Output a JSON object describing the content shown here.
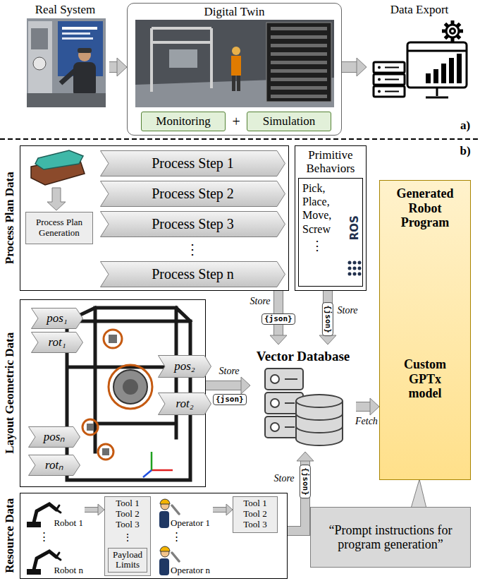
{
  "diagram": {
    "nodes": [
      {
        "text": [
          "Real System"
        ]
      },
      {
        "text": [
          "Digital Twin"
        ]
      },
      {
        "text": [
          "Monitoring"
        ],
        "in": 1
      },
      {
        "text": [
          "Simulation"
        ],
        "in": 1
      },
      {
        "text": [
          "Data Export"
        ]
      },
      {
        "text": [
          "Process Plan Data"
        ]
      },
      {
        "text": [
          "Process Plan Generation"
        ],
        "in": 5
      },
      {
        "text": [
          "Process Step 1"
        ],
        "in": 5
      },
      {
        "text": [
          "Process Step 2"
        ],
        "in": 5
      },
      {
        "text": [
          "Process Step 3"
        ],
        "in": 5
      },
      {
        "text": [
          "Process Step n"
        ],
        "in": 5
      },
      {
        "text": [
          "Primitive Behaviors"
        ]
      },
      {
        "text": [
          "Pick, Place, Move, Screw"
        ],
        "in": 11
      },
      {
        "text": [
          "Layout Geometric Data"
        ]
      },
      {
        "text": [
          "pos₁"
        ],
        "in": 13
      },
      {
        "text": [
          "rot₁"
        ],
        "in": 13
      },
      {
        "text": [
          "pos₂"
        ],
        "in": 13
      },
      {
        "text": [
          "rot₂"
        ],
        "in": 13
      },
      {
        "text": [
          "posₙ"
        ],
        "in": 13
      },
      {
        "text": [
          "rotₙ"
        ],
        "in": 13
      },
      {
        "text": [
          "Vector Database"
        ]
      },
      {
        "text": [
          "Generated Robot Program",
          "Custom GPTx model"
        ]
      },
      {
        "text": [
          "Resource Data"
        ]
      },
      {
        "text": [
          "Robot 1"
        ],
        "in": 22
      },
      {
        "text": [
          "Robot n"
        ],
        "in": 22
      },
      {
        "text": [
          "Tool 1",
          "Tool 2",
          "Tool 3"
        ],
        "in": 22
      },
      {
        "text": [
          "Payload Limits"
        ],
        "in": 25
      },
      {
        "text": [
          "Operator 1"
        ],
        "in": 22
      },
      {
        "text": [
          "Operator n"
        ],
        "in": 22
      },
      {
        "text": [
          "Tool 1",
          "Tool 2",
          "Tool 3"
        ],
        "in": 22
      },
      {
        "text": [
          "“Prompt instructions for program generation”"
        ]
      }
    ],
    "edges": [
      {
        "from": 0,
        "to": 1,
        "arrow": "to"
      },
      {
        "from": 1,
        "to": 4,
        "arrow": "to"
      },
      {
        "from": 5,
        "to": 20,
        "label": "Store",
        "arrow": "to"
      },
      {
        "from": 11,
        "to": 20,
        "label": "Store",
        "arrow": "to"
      },
      {
        "from": 13,
        "to": 20,
        "label": "Store",
        "arrow": "to"
      },
      {
        "from": 22,
        "to": 20,
        "label": "Store",
        "arrow": "to"
      },
      {
        "from": 20,
        "to": 21,
        "label": "Fetch",
        "arrow": "to"
      },
      {
        "from": 23,
        "to": 25,
        "arrow": "to"
      },
      {
        "from": 27,
        "to": 29,
        "arrow": "to"
      },
      {
        "from": 30,
        "to": 21,
        "arrow": "none"
      }
    ],
    "labels": [
      "a)",
      "b)",
      "+",
      "⋮",
      "⋮",
      "ROS",
      "{json}",
      "{json}",
      "{json}",
      "{json}",
      "⋮",
      "⋮",
      "⋮"
    ]
  }
}
